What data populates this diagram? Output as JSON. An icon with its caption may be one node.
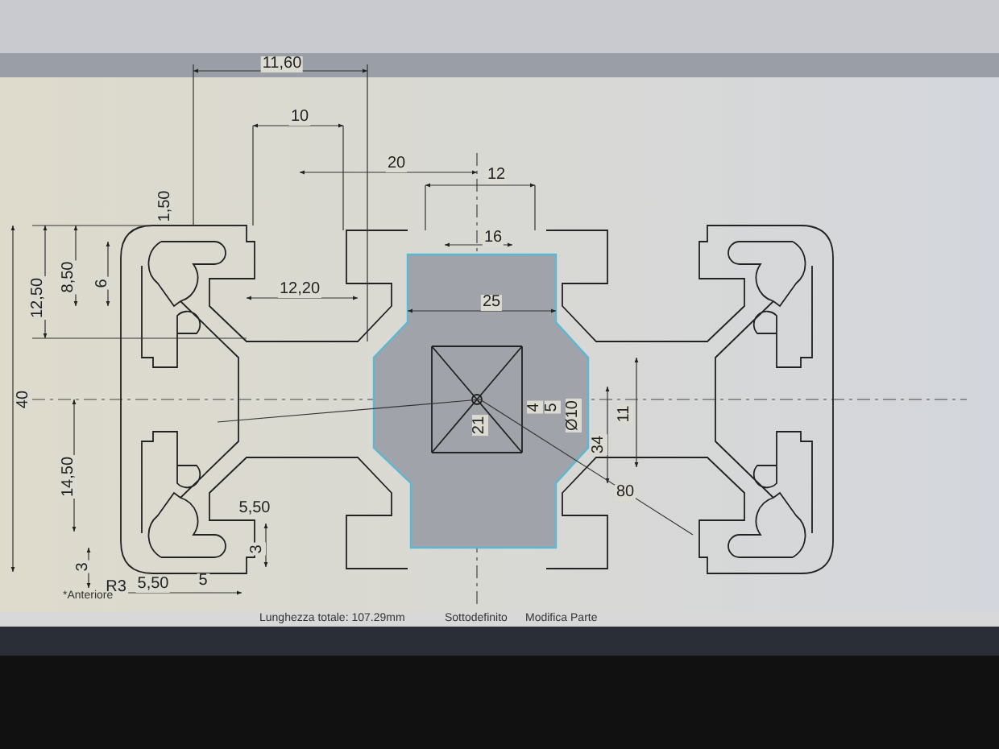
{
  "diagram": {
    "labels": [
      "11,60",
      "10",
      "20",
      "12",
      "1,50",
      "16",
      "8,50",
      "6",
      "12,50",
      "12,20",
      "25",
      "40",
      "21",
      "4",
      "5",
      "Ø10",
      "11",
      "34",
      "14,50",
      "5,50",
      "80",
      "3",
      "3",
      "R3",
      "5,50",
      "5",
      "*Anteriore",
      "Lunghezza totale: 107.29mm",
      "Sottodefinito",
      "Modifica Parte"
    ]
  }
}
